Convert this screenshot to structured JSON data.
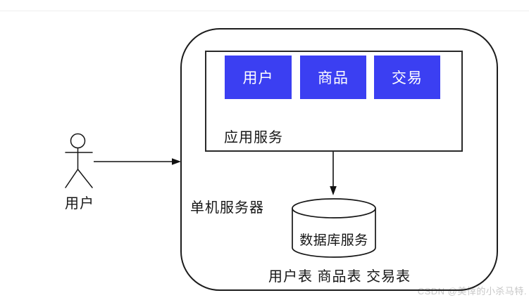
{
  "diagram": {
    "actor": {
      "label": "用户"
    },
    "server": {
      "label": "单机服务器"
    },
    "app_service": {
      "label": "应用服务",
      "modules": [
        {
          "label": "用户"
        },
        {
          "label": "商品"
        },
        {
          "label": "交易"
        }
      ]
    },
    "database": {
      "label": "数据库服务"
    },
    "tables_label": "用户表 商品表 交易表",
    "colors": {
      "module_fill": "#3b3ff2",
      "module_text": "#ffffff",
      "stroke": "#1c1c1c",
      "watermark": "#c7c7c7"
    }
  },
  "watermark": {
    "text": "CSDN @美悻的小杀马特."
  }
}
